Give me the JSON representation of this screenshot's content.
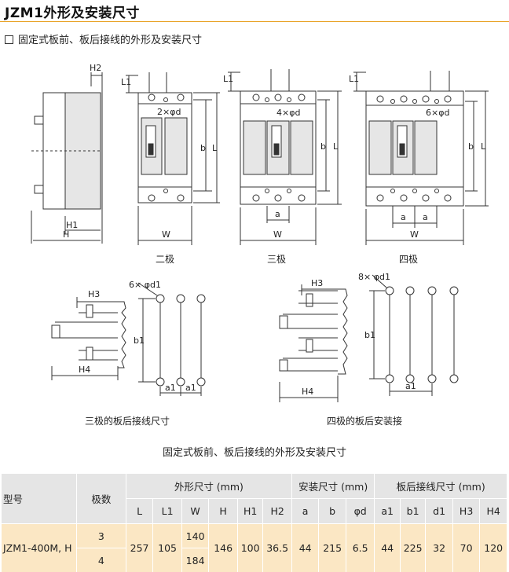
{
  "header": {
    "title": "JZM1外形及安装尺寸"
  },
  "subtitle": "固定式板前、板后接线的外形及安装尺寸",
  "diagram": {
    "side": {
      "H2": "H2",
      "L1": "L1",
      "H1": "H1",
      "H": "H"
    },
    "front_labels": {
      "L1": "L1",
      "L": "L",
      "b": "b",
      "W": "W",
      "a": "a",
      "hole2": "2×φd",
      "hole3": "4×φd",
      "hole4": "6×φd"
    },
    "pole_captions": [
      "二极",
      "三极",
      "四极"
    ],
    "rear": {
      "H3": "H3",
      "H4": "H4",
      "b1": "b1",
      "a1": "a1",
      "hole_left": "6× φd1",
      "hole_right": "8× φd1",
      "caption_left": "三极的板后接线尺寸",
      "caption_right": "四极的板后安装接"
    }
  },
  "table_caption": "固定式板前、板后接线的外形及安装尺寸",
  "table": {
    "col_model": "型号",
    "col_poles": "极数",
    "group_outline": "外形尺寸 (mm)",
    "group_install": "安装尺寸 (mm)",
    "group_rear": "板后接线尺寸 (mm)",
    "subheaders": [
      "L",
      "L1",
      "W",
      "H",
      "H1",
      "H2",
      "a",
      "b",
      "φd",
      "a1",
      "b1",
      "d1",
      "H3",
      "H4"
    ],
    "row": {
      "model": "JZM1-400M, H",
      "poles": [
        "3",
        "4"
      ],
      "L": "257",
      "L1": "105",
      "W": [
        "140",
        "184"
      ],
      "H": "146",
      "H1": "100",
      "H2": "36.5",
      "a": "44",
      "b": "215",
      "phid": "6.5",
      "a1": "44",
      "b1": "225",
      "d1": "32",
      "H3": "70",
      "H4": "120"
    }
  },
  "colors": {
    "accent_rule": "#e8a020",
    "header_bg": "#e5e5e5",
    "row_bg": "#fbe7c4"
  }
}
